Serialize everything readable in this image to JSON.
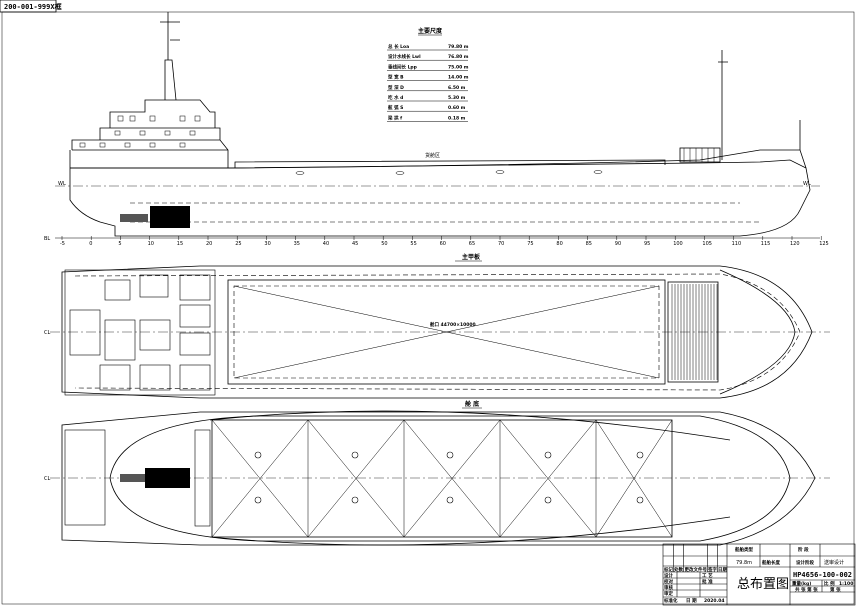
{
  "sheet_label": "200-001-999X框",
  "particulars": {
    "title": "主要尺度",
    "rows": [
      {
        "name": "总 长 Loa",
        "value": "79.80 m"
      },
      {
        "name": "设计水线长 Lwl",
        "value": "76.80 m"
      },
      {
        "name": "垂线间长 Lpp",
        "value": "75.00 m"
      },
      {
        "name": "型 宽 B",
        "value": "14.00 m"
      },
      {
        "name": "型 深 D",
        "value": "6.50 m"
      },
      {
        "name": "吃 水 d",
        "value": "5.30 m"
      },
      {
        "name": "舷 弧 S",
        "value": "0.60 m"
      },
      {
        "name": "梁 拱 f",
        "value": "0.18 m"
      }
    ]
  },
  "views": {
    "profile": {
      "wl_label": "WL",
      "bl_label": "BL",
      "hatch_label": "货舱区"
    },
    "main_deck": {
      "title": "主甲板",
      "hatch_label": "舱口 44700×10000",
      "cl_label": "CL"
    },
    "hold_bottom": {
      "title": "舱 底",
      "cl_label": "CL"
    }
  },
  "frames": [
    -5,
    0,
    5,
    10,
    15,
    20,
    25,
    30,
    35,
    40,
    45,
    50,
    55,
    60,
    65,
    70,
    75,
    80,
    85,
    90,
    95,
    100,
    105,
    110,
    115,
    120,
    125
  ],
  "title_block": {
    "ship_type_label": "船舶类型",
    "length": "79.8m",
    "length_label": "船舶长度",
    "drawing_title": "总布置图",
    "stage_label": "阶 段",
    "stage_value": "送审设计",
    "design_label": "设计阶段",
    "drawing_no": "HP4656-100-002",
    "weight_label": "重量(kg)",
    "scale_label": "比 例",
    "scale": "1:100",
    "sheet_total": "共 张 第 张",
    "sheet_no": "第 张",
    "rows": [
      "设计",
      "校对",
      "审核",
      "审定",
      "标准化"
    ],
    "col_labels": [
      "标记",
      "处数",
      "更改文件号",
      "签字",
      "日期"
    ],
    "process_label": "工 艺",
    "approve_label": "批 准",
    "date_label": "日 期",
    "date": "2020.04"
  }
}
